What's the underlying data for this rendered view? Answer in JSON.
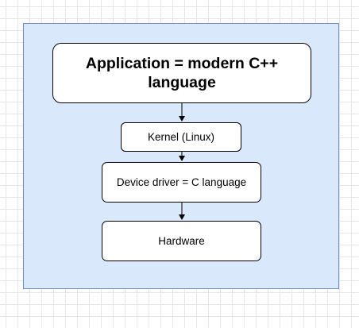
{
  "diagram": {
    "nodes": {
      "application": "Application = modern C++ language",
      "kernel": "Kernel (Linux)",
      "driver": "Device driver = C language",
      "hardware": "Hardware"
    }
  },
  "colors": {
    "container_fill": "#dae8fc",
    "container_stroke": "#6c8ebf",
    "node_fill": "#ffffff",
    "node_stroke": "#000000"
  }
}
